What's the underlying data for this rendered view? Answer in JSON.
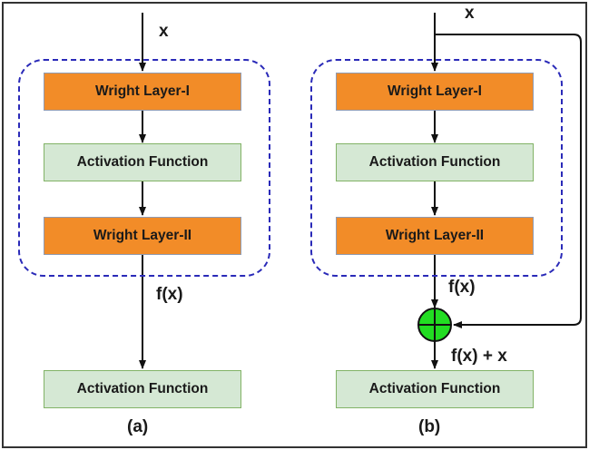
{
  "panel_a": {
    "input_label": "x",
    "weight_layer_1": "Wright Layer-I",
    "activation_1": "Activation Function",
    "weight_layer_2": "Wright Layer-II",
    "output_label": "f(x)",
    "activation_out": "Activation Function",
    "caption": "(a)"
  },
  "panel_b": {
    "input_label": "x",
    "weight_layer_1": "Wright Layer-I",
    "activation_1": "Activation Function",
    "weight_layer_2": "Wright Layer-II",
    "output_label": "f(x)",
    "sum_label": "f(x) + x",
    "activation_out": "Activation Function",
    "caption": "(b)"
  },
  "colors": {
    "weight_fill": "#f28c28",
    "activation_fill": "#d5e8d4",
    "group_border": "#2a2ab8",
    "adder_fill": "#22dd22"
  },
  "icons": {
    "adder": "circled-plus-icon"
  }
}
